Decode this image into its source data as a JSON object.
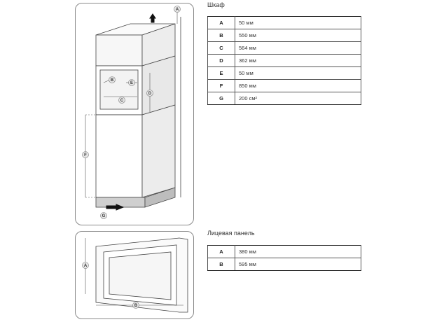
{
  "cabinet": {
    "heading": "Шкаф",
    "rows": [
      {
        "key": "A",
        "value": "50 мм"
      },
      {
        "key": "B",
        "value": "550 мм"
      },
      {
        "key": "C",
        "value": "564 мм"
      },
      {
        "key": "D",
        "value": "362 мм"
      },
      {
        "key": "E",
        "value": "50 мм"
      },
      {
        "key": "F",
        "value": "850 мм"
      },
      {
        "key": "G",
        "value": "200 см²"
      }
    ]
  },
  "front_panel": {
    "heading": "Лицевая панель",
    "rows": [
      {
        "key": "A",
        "value": "380 мм"
      },
      {
        "key": "B",
        "value": "595 мм"
      }
    ]
  },
  "diagram_labels": {
    "cabinet": [
      "A",
      "B",
      "E",
      "C",
      "D",
      "F",
      "G"
    ],
    "front": [
      "A",
      "B"
    ]
  }
}
